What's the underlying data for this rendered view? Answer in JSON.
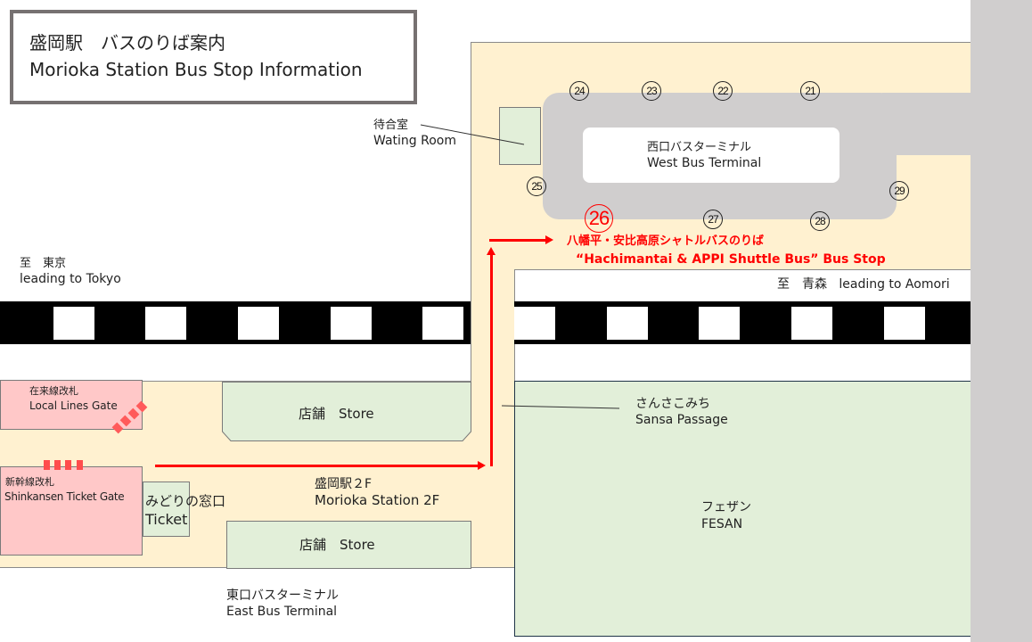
{
  "title": {
    "ja": "盛岡駅　バスのりば案内",
    "en": "Morioka Station Bus Stop Information"
  },
  "west_terminal": {
    "ja": "西口バスターミナル",
    "en": "West Bus Terminal",
    "stops": [
      "24",
      "23",
      "22",
      "21",
      "25",
      "26",
      "27",
      "28",
      "29"
    ]
  },
  "waiting_room": {
    "ja": "待合室",
    "en": "Wating Room"
  },
  "shuttle": {
    "stop_number": "26",
    "ja": "八幡平・安比高原シャトルバスのりば",
    "en": "“Hachimantai & APPI Shuttle Bus”  Bus Stop",
    "color": "#ff0000"
  },
  "direction_tokyo": {
    "ja": "至　東京",
    "en": "leading to Tokyo"
  },
  "direction_aomori": {
    "ja": "至　青森",
    "en": "leading to Aomori"
  },
  "local_gate": {
    "ja": "在来線改札",
    "en": "Local Lines Gate"
  },
  "shinkansen_gate": {
    "ja": "新幹線改札",
    "en": "Shinkansen Ticket Gate"
  },
  "midori": {
    "ja": "みどりの窓口",
    "en": "Ticket"
  },
  "store_upper": {
    "label": "店舗　Store"
  },
  "store_lower": {
    "label": "店舗　Store"
  },
  "station_2f": {
    "ja": "盛岡駅２F",
    "en": "Morioka Station 2F"
  },
  "sansa": {
    "ja": "さんさこみち",
    "en": "Sansa Passage"
  },
  "fesan": {
    "ja": "フェザン",
    "en": "FESAN"
  },
  "east_terminal": {
    "ja": "東口バスターミナル",
    "en": "East Bus Terminal"
  },
  "colors": {
    "floor": "#fff1d0",
    "store": "#e2efd9",
    "gate": "#ffc8c8",
    "road": "#d0cece",
    "route": "#ff0000"
  }
}
